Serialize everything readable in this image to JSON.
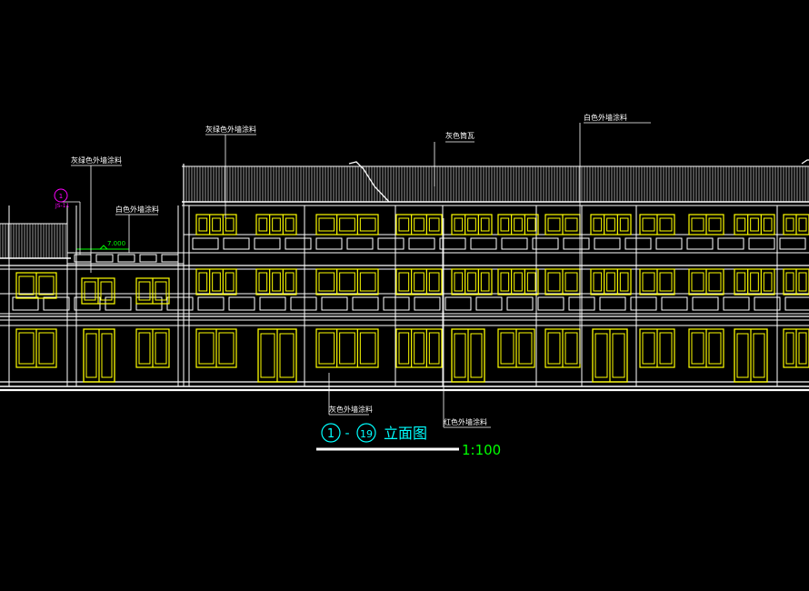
{
  "drawing": {
    "background_color": "#000000",
    "line_colors": {
      "structure": "#ffffff",
      "windows": "#ffff00",
      "leaders": "#ffffff",
      "level_mark": "#00ff00",
      "title": "#00ffff",
      "section_tag": "#ff00ff"
    },
    "annotations": {
      "grey_green_wall_paint": "灰绿色外墙涂料",
      "white_wall_paint_left": "白色外墙涂料",
      "grey_wall_paint_upper": "灰绿色外墙涂料",
      "grey_tile": "灰色筒瓦",
      "white_wall_paint_right": "白色外墙涂料",
      "grey_wall_paint_lower": "灰色外墙涂料",
      "red_wall_paint": "红色外墙涂料",
      "level_elevation": "7.000",
      "section_tag_number": "1",
      "section_tag_ref": "JS-11"
    },
    "title": {
      "start_axis": "1",
      "separator": "-",
      "end_axis": "19",
      "name": "立面图",
      "scale": "1:100"
    }
  }
}
